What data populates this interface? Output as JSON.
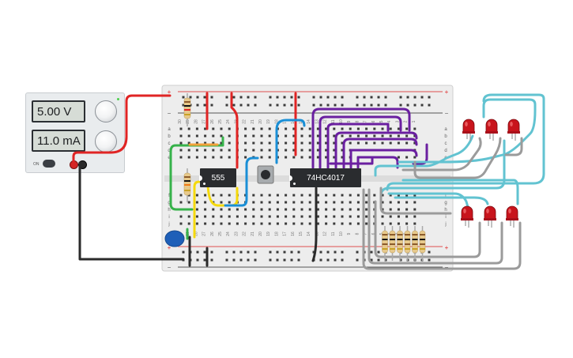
{
  "power_supply": {
    "voltage": "5.00 V",
    "current": "11.0 mA",
    "on_label": "ON"
  },
  "chips": {
    "timer": "555",
    "counter": "74HC4017"
  },
  "breadboard": {
    "row_letters_top": [
      "a",
      "b",
      "c",
      "d",
      "e"
    ],
    "row_letters_bottom": [
      "f",
      "g",
      "h",
      "i",
      "j"
    ],
    "column_numbers": [
      "30",
      "29",
      "28",
      "27",
      "26",
      "25",
      "24",
      "23",
      "22",
      "21",
      "20",
      "19",
      "18",
      "17",
      "16",
      "15",
      "14",
      "13",
      "12",
      "11",
      "10",
      "9",
      "8",
      "7",
      "6",
      "5",
      "4",
      "3",
      "2",
      "1"
    ],
    "rail_plus": "+",
    "rail_minus": "−"
  },
  "colors": {
    "red_wire": "#e02424",
    "black_wire": "#2a2a2a",
    "purple_wire": "#6a1fa0",
    "cyan_wire": "#62c3d1",
    "gray_wire": "#9b9b9b",
    "green_wire": "#36b24a",
    "yellow_wire": "#f5d90c",
    "blue_wire": "#1a8fd6",
    "led_red": "#c8141c",
    "capacitor": "#1e5fb8"
  }
}
